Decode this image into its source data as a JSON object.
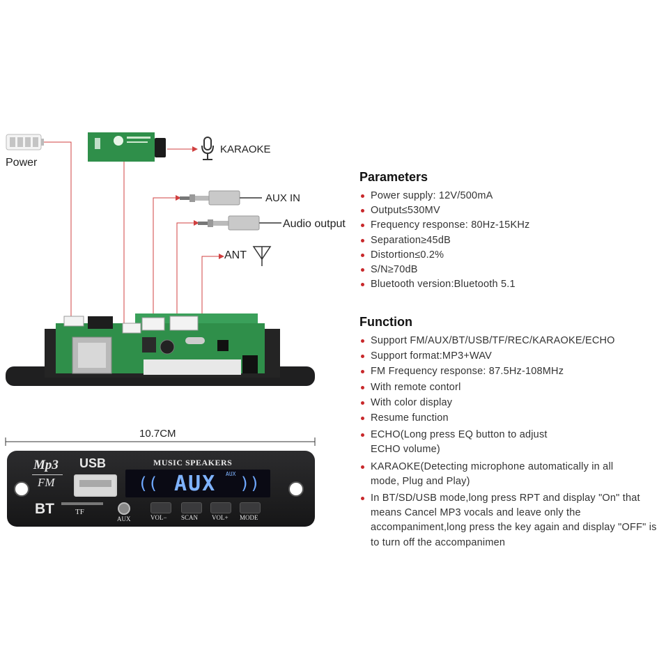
{
  "labels": {
    "power": "Power",
    "karaoke": "KARAOKE",
    "aux_in": "AUX IN",
    "audio_output": "Audio output",
    "ant": "ANT",
    "dimension": "10.7CM"
  },
  "front_panel": {
    "mp3": "Mp3",
    "fm": "FM",
    "bt": "BT",
    "usb": "USB",
    "tf": "TF",
    "aux": "AUX",
    "brand": "MUSIC SPEAKERS",
    "display_text": "AUX",
    "display_small": "AUX",
    "buttons": [
      "VOL−",
      "SCAN",
      "VOL+",
      "MODE"
    ]
  },
  "parameters": {
    "title": "Parameters",
    "items": [
      "Power supply: 12V/500mA",
      "Output≤530MV",
      "Frequency response: 80Hz-15KHz",
      "Separation≥45dB",
      "Distortion≤0.2%",
      "S/N≥70dB",
      "Bluetooth version:Bluetooth 5.1"
    ]
  },
  "function": {
    "title": "Function",
    "items": [
      "Support FM/AUX/BT/USB/TF/REC/KARAOKE/ECHO",
      "Support format:MP3+WAV",
      "FM Frequency response: 87.5Hz-108MHz",
      "With remote contorl",
      "With color display",
      "Resume function",
      "ECHO(Long press EQ button to adjust ECHO volume)",
      "KARAOKE(Detecting microphone automatically in all mode,  Plug and Play)",
      "In BT/SD/USB mode,long press RPT and display \"On\" that means Cancel MP3 vocals and leave only the accompaniment,long press the key again and display \"OFF\" is to turn off the accompanimen"
    ]
  },
  "colors": {
    "accent_red": "#c8282b",
    "pcb_green": "#2f8f4a",
    "display_blue": "#6fa8ff"
  }
}
